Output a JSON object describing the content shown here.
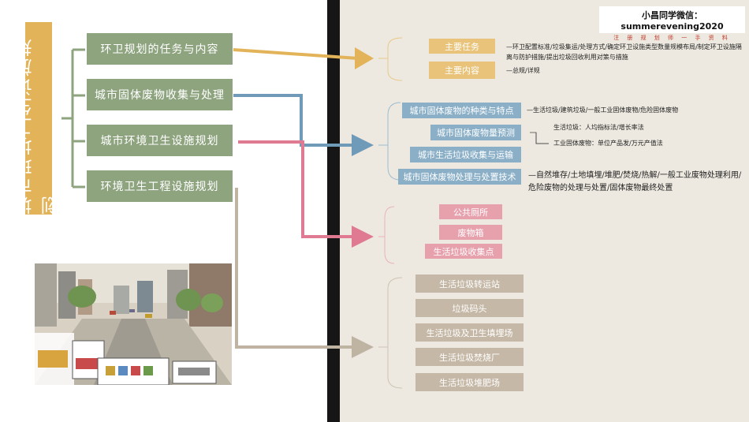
{
  "title": "城市环境卫生设施规划",
  "watermark": {
    "line1": "小昌同学微信：summerevening2020",
    "line2": "注 册 规 划 师 一 手 资 料"
  },
  "topics": [
    {
      "label": "环卫规划的任务与内容",
      "color": "#e3b35a"
    },
    {
      "label": "城市固体废物收集与处理",
      "color": "#6f9ab8"
    },
    {
      "label": "城市环境卫生设施规划",
      "color": "#e07a92"
    },
    {
      "label": "环境卫生工程设施规划",
      "color": "#bfb3a2"
    }
  ],
  "group_tasks": {
    "items": [
      {
        "label": "主要任务",
        "note": "—环卫配置标准/垃圾集运/处理方式/确定环卫设施类型数量规模布局/制定环卫设施隔离与防护措施/提出垃圾回收利用对策与措施"
      },
      {
        "label": "主要内容",
        "note": "—总规/详规"
      }
    ]
  },
  "group_waste": {
    "items": [
      {
        "label": "城市固体废物的种类与特点",
        "note": "—生活垃圾/建筑垃圾/一般工业固体废物/危险固体废物"
      },
      {
        "label": "城市固体废物量预测",
        "subnotes": [
          "生活垃圾：人均指标法/增长率法",
          "工业固体废物：单位产品发/万元产值法"
        ]
      },
      {
        "label": "城市生活垃圾收集与运输"
      },
      {
        "label": "城市固体废物处理与处置技术",
        "note": "—自然堆存/土地填埋/堆肥/焚烧/热解/一般工业废物处理利用/危险废物的处理与处置/固体废物最终处置"
      }
    ]
  },
  "group_facilities": {
    "items": [
      "公共厕所",
      "废物箱",
      "生活垃圾收集点"
    ]
  },
  "group_engineering": {
    "items": [
      "生活垃圾转运站",
      "垃圾码头",
      "生活垃圾及卫生填埋场",
      "生活垃圾焚烧厂",
      "生活垃圾堆肥场"
    ]
  }
}
